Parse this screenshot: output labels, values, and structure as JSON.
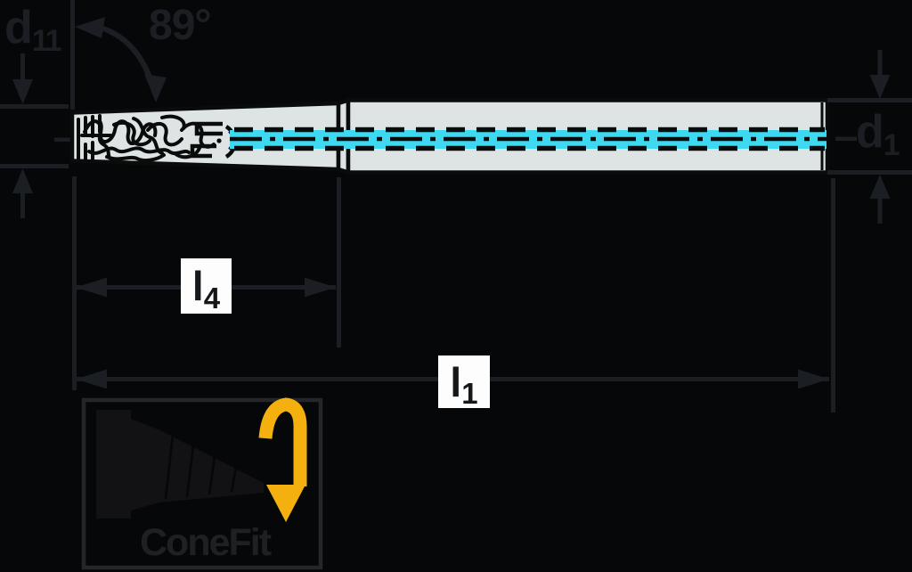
{
  "labels": {
    "tip_diameter": {
      "main": "d",
      "sub": "11"
    },
    "point_angle": "89°",
    "shank_diameter": {
      "main": "d",
      "sub": "1"
    },
    "flute_length": {
      "main": "l",
      "sub": "4"
    },
    "overall_length": {
      "main": "l",
      "sub": "1"
    }
  },
  "logo": {
    "text": "ConeFit"
  },
  "colors": {
    "background": "#060708",
    "dimension": "#1b1e22",
    "tool_body": "#dee3e3",
    "tool_outline": "#0a0c0c",
    "coolant": "#3ed8f0",
    "accent_yellow": "#f3b00e",
    "label_box": "#fdfdfd",
    "logo_silhouette": "#121215",
    "logo_text": "#1e2124",
    "logo_border": "#242629"
  }
}
